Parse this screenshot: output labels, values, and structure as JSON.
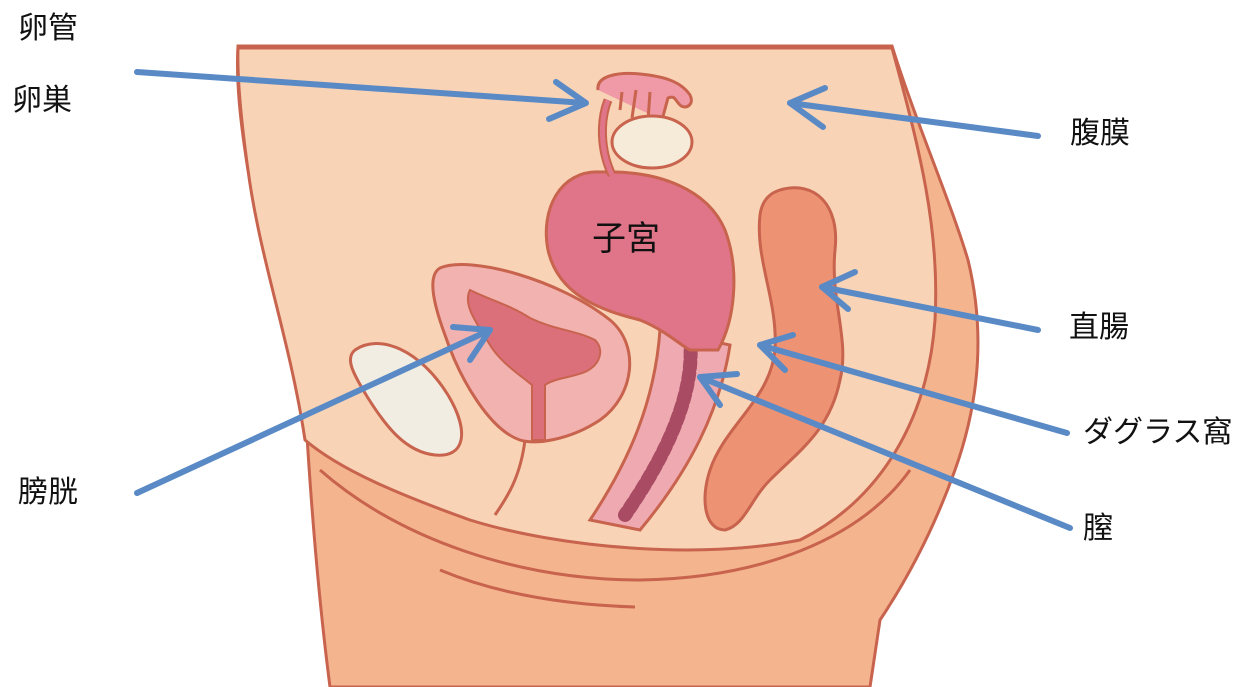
{
  "labels": {
    "oviduct": "卵管",
    "ovary": "卵巣",
    "peritoneum": "腹膜",
    "uterus": "子宮",
    "rectum": "直腸",
    "douglas_pouch": "ダグラス窩",
    "bladder": "膀胱",
    "vagina": "膣"
  },
  "colors": {
    "skin": "#f4b48e",
    "inner": "#f8d3b5",
    "outline": "#c8634e",
    "uterus": "#e07489",
    "uterus_light": "#efaab1",
    "bladder": "#f2b2b0",
    "bladder_inner": "#db6f7a",
    "rectum": "#ed9272",
    "bone": "#f1ede2",
    "arrow": "#5a8ac6"
  }
}
